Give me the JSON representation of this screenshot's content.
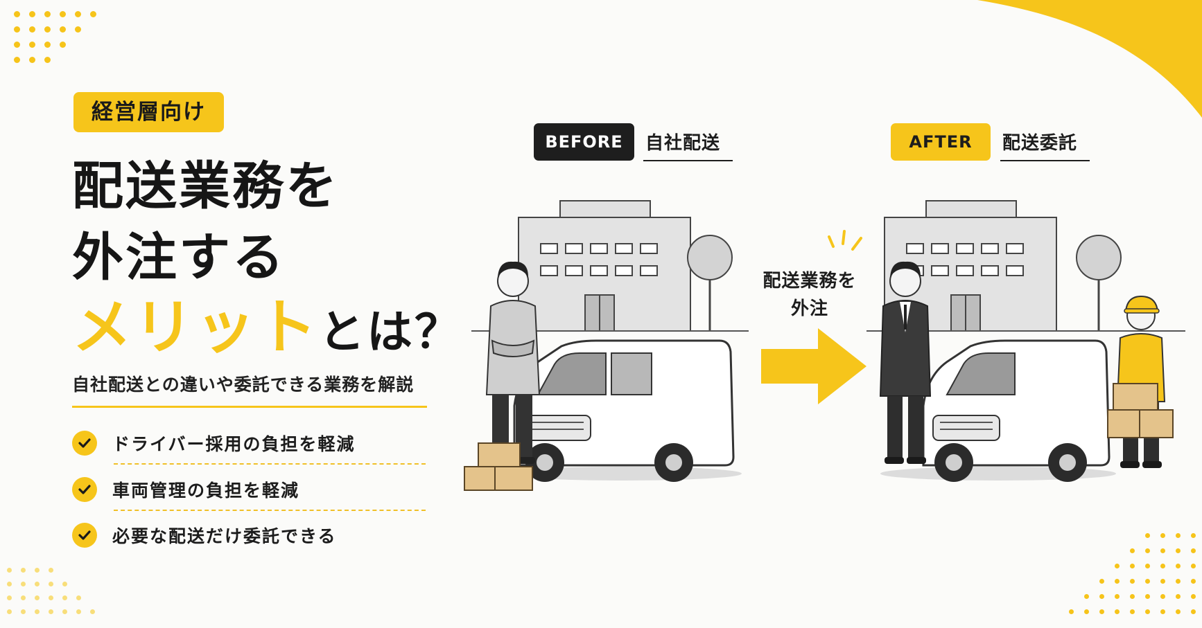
{
  "tag": "経営層向け",
  "title": {
    "line1": "配送業務を",
    "line2": "外注する",
    "highlight": "メリット",
    "line3_rest": "とは？"
  },
  "subtitle": "自社配送との違いや委託できる業務を解説",
  "features": [
    "ドライバー採用の負担を軽減",
    "車両管理の負担を軽減",
    "必要な配送だけ委託できる"
  ],
  "before": {
    "badge": "BEFORE",
    "label": "自社配送"
  },
  "after": {
    "badge": "AFTER",
    "label": "配送委託"
  },
  "center": {
    "line1": "配送業務を",
    "line2": "外注"
  },
  "colors": {
    "accent": "#f6c51b",
    "dark": "#1e1e1e",
    "background": "#fbfbf9"
  },
  "icons": [
    "check-icon",
    "arrow-right-icon",
    "building-icon",
    "tree-icon",
    "delivery-van-icon",
    "cardboard-box-icon",
    "worker-figure",
    "businessman-figure",
    "delivery-driver-figure"
  ]
}
